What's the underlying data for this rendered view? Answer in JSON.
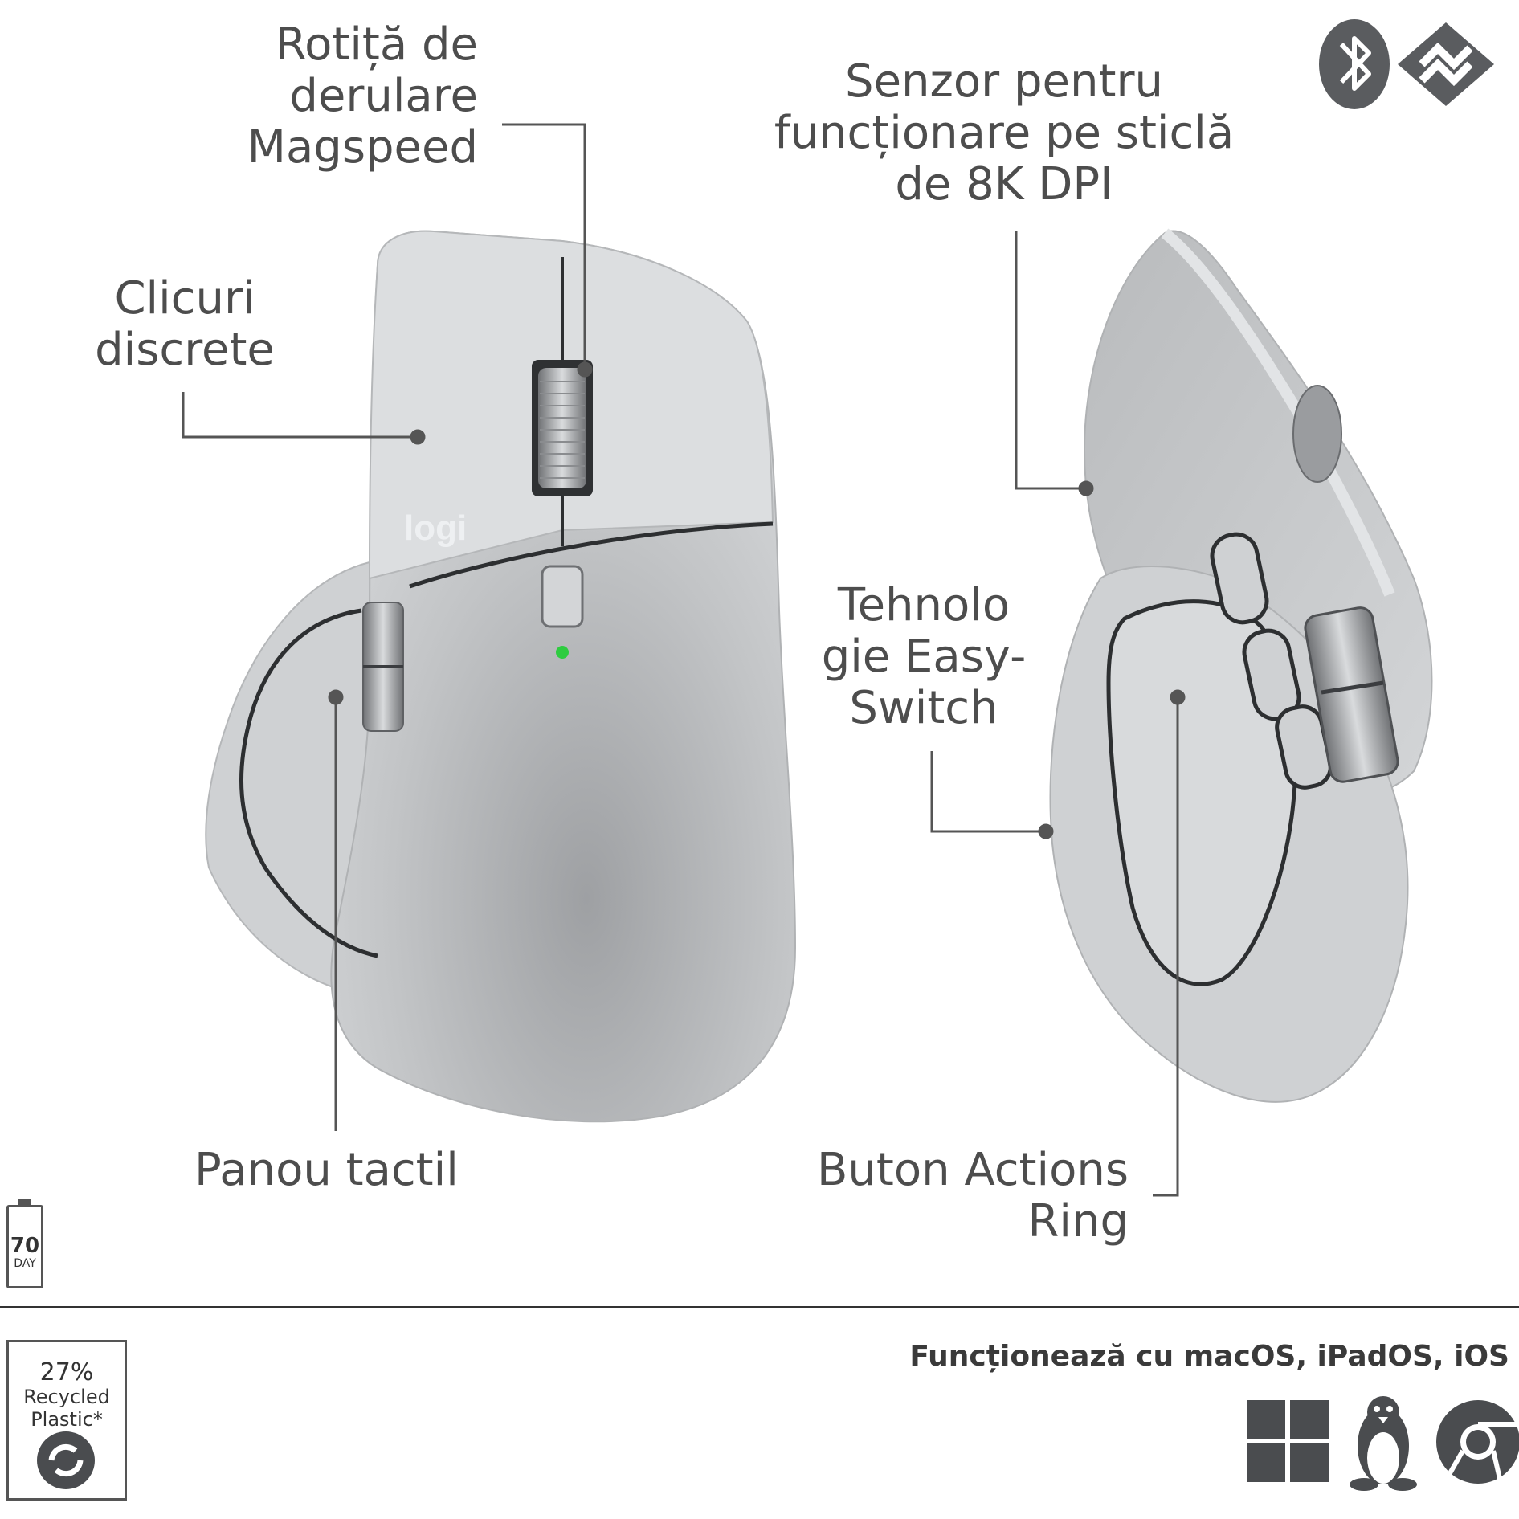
{
  "labels": {
    "scroll_wheel": [
      "Rotiță de",
      "derulare",
      "Magspeed"
    ],
    "quiet_clicks": [
      "Clicuri",
      "discrete"
    ],
    "glass_sensor": [
      "Senzor pentru",
      "funcționare pe sticlă",
      "de 8K DPI"
    ],
    "easy_switch": [
      "Tehnolo",
      "gie Easy-",
      "Switch"
    ],
    "touch_pad": "Panou tactil",
    "actions_ring": [
      "Buton Actions",
      "Ring"
    ]
  },
  "badges": {
    "battery_value": "70",
    "battery_unit": "DAY",
    "recycled_percent": "27%",
    "recycled_text": [
      "Recycled",
      "Plastic*"
    ]
  },
  "brand": {
    "logo_text": "logi"
  },
  "compatibility": {
    "text": "Funcționează cu macOS, iPadOS, iOS",
    "os_icons": [
      "windows-icon",
      "linux-icon",
      "chrome-icon"
    ]
  },
  "connectivity_icons": [
    "bluetooth-icon",
    "logi-bolt-icon"
  ],
  "colors": {
    "mouse_body": "#c9cbcd",
    "mouse_light": "#dcdee0",
    "mouse_dark": "#a9abad",
    "leader_line": "#555555",
    "status_led": "#2ecc40",
    "text": "#4d4d4d"
  }
}
